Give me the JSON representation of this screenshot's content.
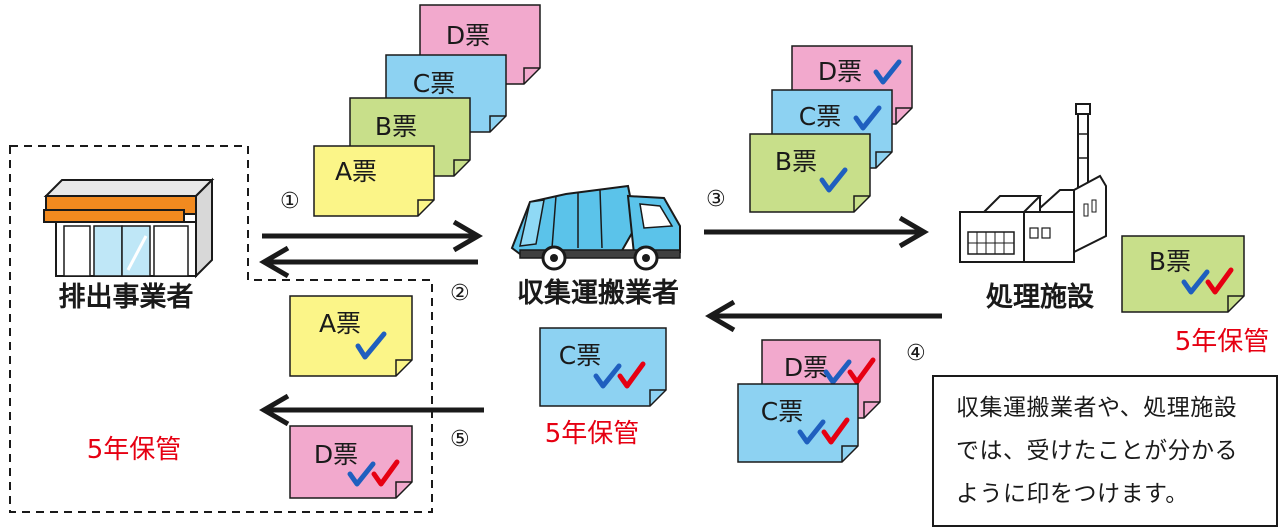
{
  "actors": {
    "generator": "排出事業者",
    "collector": "収集運搬業者",
    "facility": "処理施設"
  },
  "slips": {
    "a": "A票",
    "b": "B票",
    "c": "C票",
    "d": "D票"
  },
  "steps": {
    "s1": "①",
    "s2": "②",
    "s3": "③",
    "s4": "④",
    "s5": "⑤"
  },
  "retention": {
    "generator": "5年保管",
    "collector": "5年保管",
    "facility": "5年保管"
  },
  "note": {
    "line1": "収集運搬業者や、処理施設",
    "line2": "では、受けたことが分かる",
    "line3": "ように印をつけます。"
  },
  "colors": {
    "slip_a": "#fbf588",
    "slip_b": "#c8df8a",
    "slip_c": "#8dd2f2",
    "slip_d": "#f2a9cd",
    "check_blue": "#1f5fbf",
    "check_red": "#e60012",
    "retention_red": "#e60012",
    "truck_body": "#5bc3ea",
    "shop_awning": "#f28a1f"
  }
}
